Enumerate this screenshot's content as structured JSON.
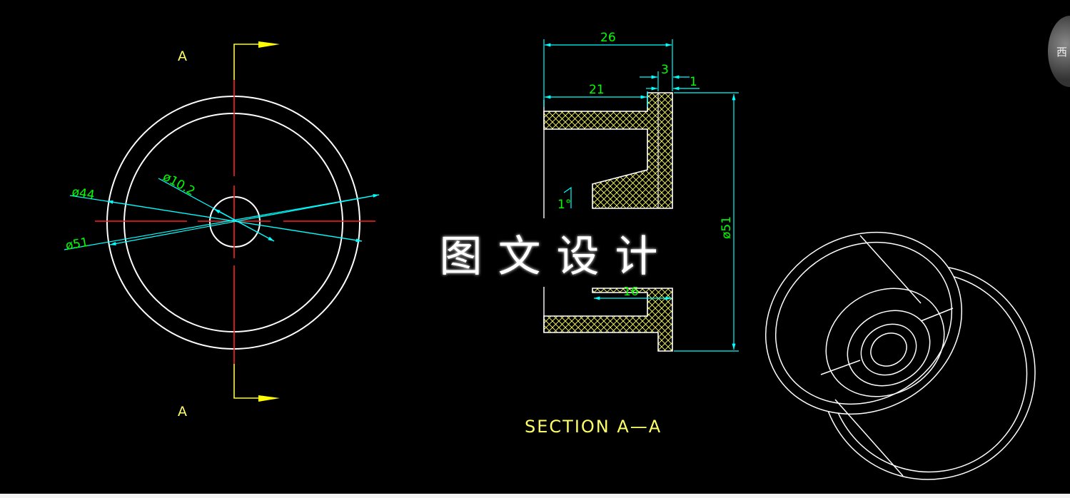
{
  "front_view": {
    "section_label_top": "A",
    "section_label_bottom": "A",
    "dim_outer": "ø44",
    "dim_hole": "ø10.2",
    "dim_inner": "ø51"
  },
  "section_view": {
    "dim_total_width": "26",
    "dim_flange": "3",
    "dim_gap": "1",
    "dim_hub": "21",
    "dim_height": "ø51",
    "dim_bore_length": "16",
    "dim_angle": "1°",
    "title": "SECTION A—A"
  },
  "watermark": "图文设计",
  "corner_badge": "西",
  "colors": {
    "background": "#000000",
    "outline": "#ffffff",
    "centerline": "#ff0000",
    "cutting_plane": "#ffff00",
    "dimension_line": "#00ffff",
    "dimension_text": "#00ff00",
    "hatch": "#ffff66"
  }
}
